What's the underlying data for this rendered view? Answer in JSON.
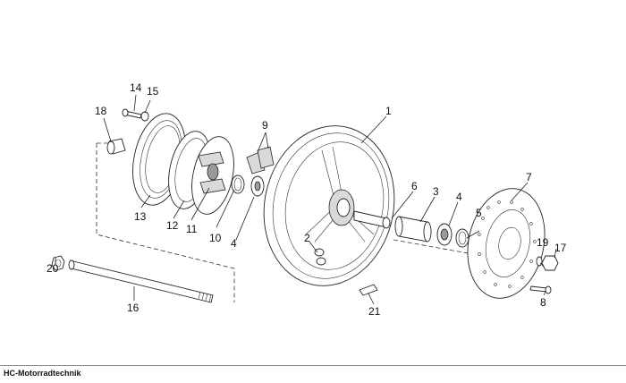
{
  "labels": {
    "p1": "1",
    "p2": "2",
    "p3": "3",
    "p4a": "4",
    "p4b": "4",
    "p5": "5",
    "p6": "6",
    "p7": "7",
    "p8": "8",
    "p9": "9",
    "p10": "10",
    "p11": "11",
    "p12": "12",
    "p13": "13",
    "p14": "14",
    "p15": "15",
    "p16": "16",
    "p17": "17",
    "p18": "18",
    "p19": "19",
    "p20": "20",
    "p21": "21"
  },
  "footer": {
    "brand": "HC-Motorradtechnik"
  }
}
